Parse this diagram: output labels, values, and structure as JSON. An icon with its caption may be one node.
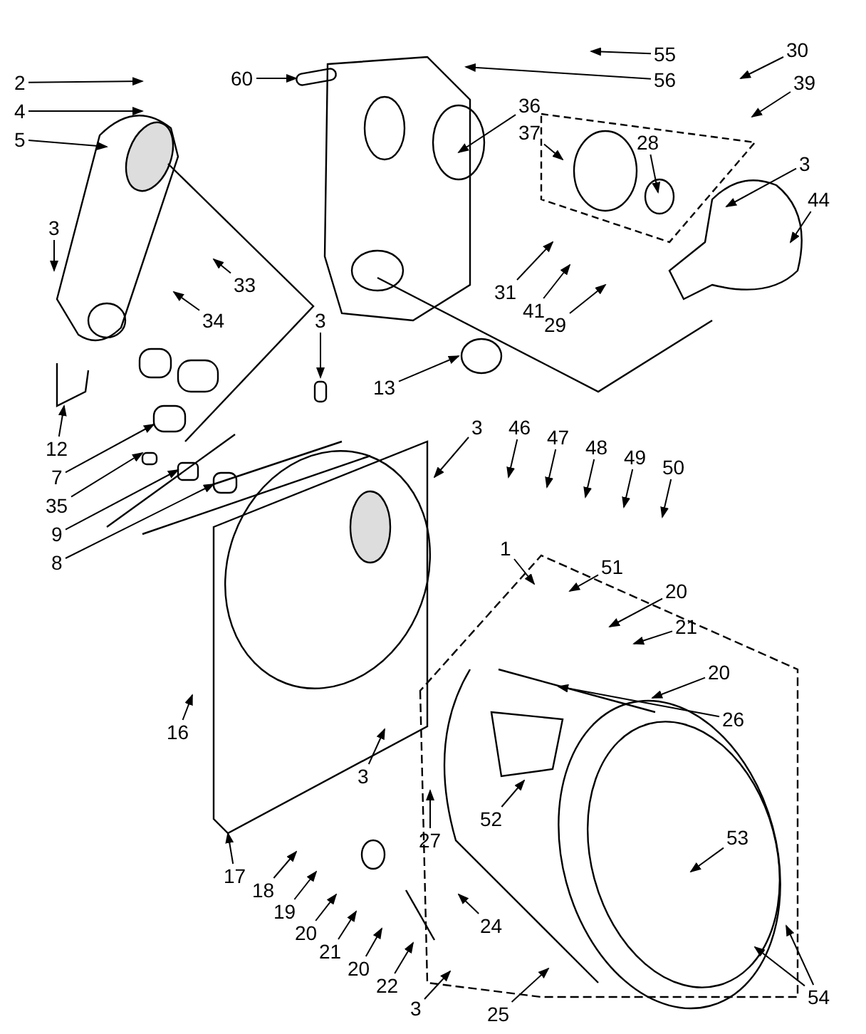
{
  "diagram": {
    "nodes": [
      {
        "text": [
          "2"
        ]
      },
      {
        "text": [
          "4"
        ]
      },
      {
        "text": [
          "5"
        ]
      },
      {
        "text": [
          "3"
        ]
      },
      {
        "text": [
          "60"
        ]
      },
      {
        "text": [
          "55"
        ]
      },
      {
        "text": [
          "56"
        ]
      },
      {
        "text": [
          "36"
        ]
      },
      {
        "text": [
          "37"
        ]
      },
      {
        "text": [
          "30"
        ]
      },
      {
        "text": [
          "39"
        ]
      },
      {
        "text": [
          "3"
        ]
      },
      {
        "text": [
          "28"
        ]
      },
      {
        "text": [
          "44"
        ]
      },
      {
        "text": [
          "31"
        ]
      },
      {
        "text": [
          "41"
        ]
      },
      {
        "text": [
          "29"
        ]
      },
      {
        "text": [
          "13"
        ]
      },
      {
        "text": [
          "33"
        ]
      },
      {
        "text": [
          "34"
        ]
      },
      {
        "text": [
          "3"
        ]
      },
      {
        "text": [
          "12"
        ]
      },
      {
        "text": [
          "7"
        ]
      },
      {
        "text": [
          "35"
        ]
      },
      {
        "text": [
          "9"
        ]
      },
      {
        "text": [
          "8"
        ]
      },
      {
        "text": [
          "3"
        ]
      },
      {
        "text": [
          "46"
        ]
      },
      {
        "text": [
          "47"
        ]
      },
      {
        "text": [
          "48"
        ]
      },
      {
        "text": [
          "49"
        ]
      },
      {
        "text": [
          "50"
        ]
      },
      {
        "text": [
          "1"
        ]
      },
      {
        "text": [
          "51"
        ]
      },
      {
        "text": [
          "20"
        ]
      },
      {
        "text": [
          "21"
        ]
      },
      {
        "text": [
          "20"
        ]
      },
      {
        "text": [
          "26"
        ]
      },
      {
        "text": [
          "16"
        ]
      },
      {
        "text": [
          "3"
        ]
      },
      {
        "text": [
          "52"
        ]
      },
      {
        "text": [
          "53"
        ]
      },
      {
        "text": [
          "27"
        ]
      },
      {
        "text": [
          "17"
        ]
      },
      {
        "text": [
          "18"
        ]
      },
      {
        "text": [
          "19"
        ]
      },
      {
        "text": [
          "20"
        ]
      },
      {
        "text": [
          "21"
        ]
      },
      {
        "text": [
          "20"
        ]
      },
      {
        "text": [
          "22"
        ]
      },
      {
        "text": [
          "24"
        ]
      },
      {
        "text": [
          "3"
        ]
      },
      {
        "text": [
          "25"
        ]
      },
      {
        "text": [
          "54"
        ]
      }
    ],
    "edges": [
      {
        "from": 0,
        "to": null,
        "arrow": "to"
      },
      {
        "from": 1,
        "to": null,
        "arrow": "to"
      },
      {
        "from": 2,
        "to": null,
        "arrow": "to"
      },
      {
        "from": 3,
        "to": null,
        "arrow": "to"
      },
      {
        "from": 4,
        "to": null,
        "arrow": "to"
      },
      {
        "from": 5,
        "to": null,
        "arrow": "to"
      },
      {
        "from": 6,
        "to": null,
        "arrow": "to"
      },
      {
        "from": 7,
        "to": null,
        "arrow": "to"
      },
      {
        "from": 8,
        "to": null,
        "arrow": "to"
      },
      {
        "from": 9,
        "to": null,
        "arrow": "to"
      },
      {
        "from": 10,
        "to": null,
        "arrow": "to"
      },
      {
        "from": 11,
        "to": null,
        "arrow": "to"
      },
      {
        "from": 12,
        "to": null,
        "arrow": "to"
      },
      {
        "from": 13,
        "to": null,
        "arrow": "to"
      },
      {
        "from": 14,
        "to": null,
        "arrow": "to"
      },
      {
        "from": 15,
        "to": null,
        "arrow": "to"
      },
      {
        "from": 16,
        "to": null,
        "arrow": "to"
      },
      {
        "from": 17,
        "to": null,
        "arrow": "to"
      },
      {
        "from": 18,
        "to": null,
        "arrow": "to"
      },
      {
        "from": 19,
        "to": null,
        "arrow": "to"
      },
      {
        "from": 20,
        "to": null,
        "arrow": "to"
      },
      {
        "from": 21,
        "to": null,
        "arrow": "to"
      },
      {
        "from": 22,
        "to": null,
        "arrow": "to"
      },
      {
        "from": 23,
        "to": null,
        "arrow": "to"
      },
      {
        "from": 24,
        "to": null,
        "arrow": "to"
      },
      {
        "from": 25,
        "to": null,
        "arrow": "to"
      },
      {
        "from": 26,
        "to": null,
        "arrow": "to"
      },
      {
        "from": 27,
        "to": null,
        "arrow": "to"
      },
      {
        "from": 28,
        "to": null,
        "arrow": "to"
      },
      {
        "from": 29,
        "to": null,
        "arrow": "to"
      },
      {
        "from": 30,
        "to": null,
        "arrow": "to"
      },
      {
        "from": 31,
        "to": null,
        "arrow": "to"
      },
      {
        "from": 32,
        "to": null,
        "arrow": "to"
      },
      {
        "from": 33,
        "to": null,
        "arrow": "to"
      },
      {
        "from": 34,
        "to": null,
        "arrow": "to"
      },
      {
        "from": 35,
        "to": null,
        "arrow": "to"
      },
      {
        "from": 36,
        "to": null,
        "arrow": "to"
      },
      {
        "from": 37,
        "to": null,
        "arrow": "to"
      },
      {
        "from": 38,
        "to": null,
        "arrow": "to"
      },
      {
        "from": 39,
        "to": null,
        "arrow": "to"
      },
      {
        "from": 40,
        "to": null,
        "arrow": "to"
      },
      {
        "from": 41,
        "to": null,
        "arrow": "to"
      },
      {
        "from": 42,
        "to": null,
        "arrow": "to"
      },
      {
        "from": 43,
        "to": null,
        "arrow": "to"
      },
      {
        "from": 44,
        "to": null,
        "arrow": "to"
      },
      {
        "from": 45,
        "to": null,
        "arrow": "to"
      },
      {
        "from": 46,
        "to": null,
        "arrow": "to"
      },
      {
        "from": 47,
        "to": null,
        "arrow": "to"
      },
      {
        "from": 48,
        "to": null,
        "arrow": "to"
      },
      {
        "from": 49,
        "to": null,
        "arrow": "to"
      },
      {
        "from": 50,
        "to": null,
        "arrow": "to"
      },
      {
        "from": 51,
        "to": null,
        "arrow": "to"
      },
      {
        "from": 52,
        "to": null,
        "arrow": "to"
      },
      {
        "from": 53,
        "to": null,
        "arrow": "to"
      },
      {
        "from": 53,
        "to": null,
        "arrow": "to"
      }
    ]
  }
}
